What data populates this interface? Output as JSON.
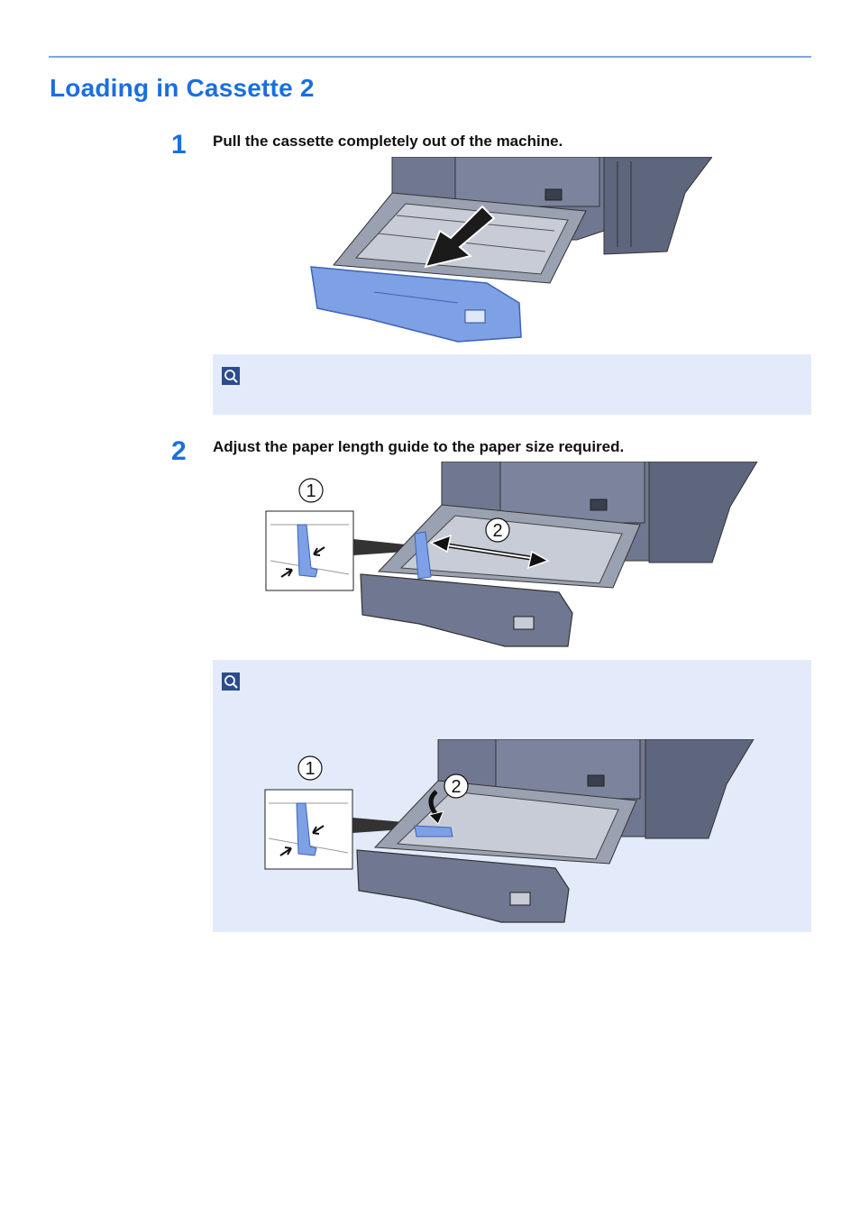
{
  "section": {
    "title": "Loading in Cassette 2"
  },
  "steps": [
    {
      "number": "1",
      "text": "Pull the cassette completely out of the machine."
    },
    {
      "number": "2",
      "text": "Adjust the paper length guide to the paper size required."
    }
  ],
  "callouts": {
    "one": "1",
    "two": "2"
  },
  "colors": {
    "accent": "#1a6fe0",
    "note_background": "#e3ebfb",
    "cassette_blue": "#7ea0e4",
    "machine_gray": "#6f7890"
  },
  "icons": {
    "note": "note-icon",
    "arrow": "arrow-icon"
  }
}
